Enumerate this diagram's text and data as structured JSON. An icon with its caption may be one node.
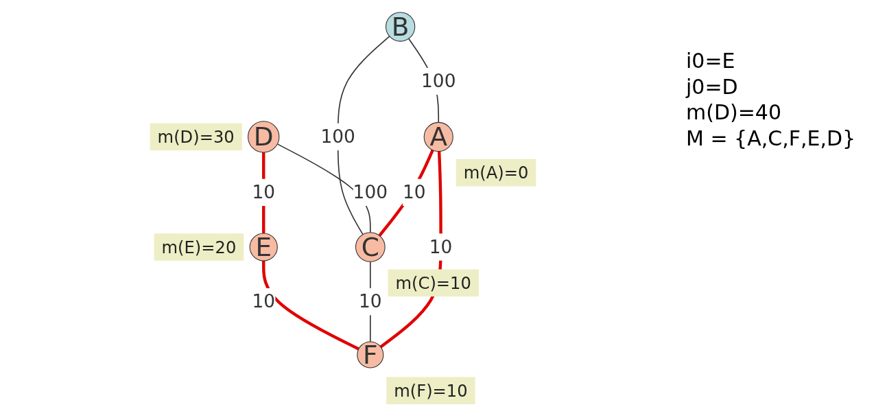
{
  "diagram": {
    "nodes": [
      {
        "text": [
          "B"
        ]
      },
      {
        "text": [
          "D"
        ],
        "beside": [
          "m(D)=30"
        ]
      },
      {
        "text": [
          "E"
        ],
        "beside": [
          "m(E)=20"
        ]
      },
      {
        "text": [
          "A"
        ],
        "beside": [
          "m(A)=0"
        ]
      },
      {
        "text": [
          "C"
        ],
        "beside": [
          "m(C)=10"
        ]
      },
      {
        "text": [
          "F"
        ],
        "beside": [
          "m(F)=10"
        ]
      }
    ],
    "edges": [
      {
        "from": 0,
        "to": 3,
        "arrow": "none",
        "label": "100"
      },
      {
        "from": 0,
        "to": 4,
        "arrow": "none",
        "label": "100"
      },
      {
        "from": 1,
        "to": 2,
        "arrow": "none",
        "label": "10",
        "style": "thick",
        "color": "#e00000"
      },
      {
        "from": 1,
        "to": 4,
        "arrow": "none",
        "label": "100"
      },
      {
        "from": 2,
        "to": 5,
        "arrow": "none",
        "label": "10",
        "style": "thick",
        "color": "#e00000"
      },
      {
        "from": 3,
        "to": 4,
        "arrow": "none",
        "label": "10",
        "style": "thick",
        "color": "#e00000"
      },
      {
        "from": 4,
        "to": 5,
        "arrow": "none",
        "label": "10"
      },
      {
        "from": 3,
        "to": 5,
        "arrow": "none",
        "label": "10",
        "style": "thick",
        "color": "#e00000"
      }
    ],
    "labels": [
      "i0=E",
      "j0=D",
      "m(D)=40",
      "M = {A,C,F,E,D}"
    ]
  }
}
